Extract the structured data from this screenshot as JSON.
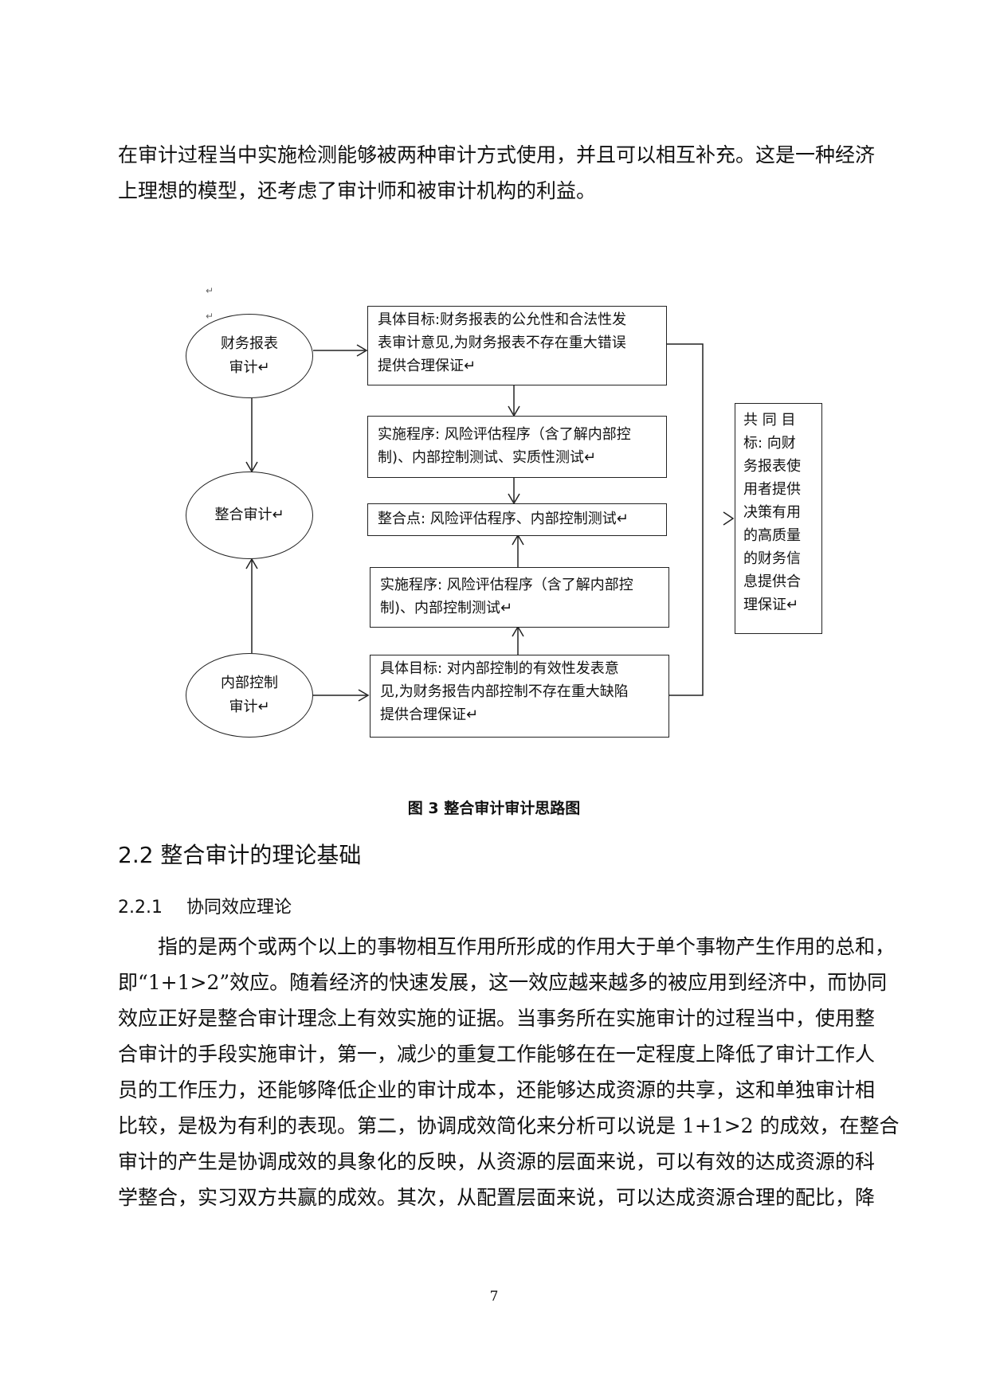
{
  "intro_lines": [
    "在审计过程当中实施检测能够被两种审计方式使用，并且可以相互补充。这是一种经济",
    "上理想的模型，还考虑了审计师和被审计机构的利益。"
  ],
  "figure": {
    "ellipses": {
      "financial": [
        "财务报表",
        "审计↵"
      ],
      "integrated": [
        "整合审计↵"
      ],
      "internal": [
        "内部控制",
        "审计↵"
      ]
    },
    "boxes": {
      "fin_goal": [
        "具体目标:财务报表的公允性和合法性发",
        "表审计意见,为财务报表不存在重大错误",
        "提供合理保证↵"
      ],
      "fin_proc": [
        "实施程序: 风险评估程序（含了解内部控",
        "制)、内部控制测试、实质性测试↵"
      ],
      "integration_point": [
        "整合点: 风险评估程序、内部控制测试↵"
      ],
      "ic_proc": [
        "实施程序: 风险评估程序（含了解内部控",
        "制)、内部控制测试↵"
      ],
      "ic_goal": [
        "具体目标: 对内部控制的有效性发表意",
        "见,为财务报告内部控制不存在重大缺陷",
        "提供合理保证↵"
      ],
      "common_goal": [
        "共 同 目",
        "标: 向财",
        "务报表使",
        "用者提供",
        "决策有用",
        "的高质量",
        "的财务信",
        "息提供合",
        "理保证↵"
      ]
    },
    "marks": [
      "↵",
      "↵"
    ]
  },
  "caption": "图 3 整合审计审计思路图",
  "section_heading": "2.2 整合审计的理论基础",
  "subsection": {
    "number": "2.2.1",
    "title": "协同效应理论"
  },
  "body_lines": [
    "指的是两个或两个以上的事物相互作用所形成的作用大于单个事物产生作用的总和，",
    "即“1+1>2”效应。随着经济的快速发展，这一效应越来越多的被应用到经济中，而协同",
    "效应正好是整合审计理念上有效实施的证据。当事务所在实施审计的过程当中，使用整",
    "合审计的手段实施审计，第一，减少的重复工作能够在在一定程度上降低了审计工作人",
    "员的工作压力，还能够降低企业的审计成本，还能够达成资源的共享，这和单独审计相",
    "比较，是极为有利的表现。第二，协调成效简化来分析可以说是 1+1>2 的成效，在整合",
    "审计的产生是协调成效的具象化的反映，从资源的层面来说，可以有效的达成资源的科",
    "学整合，实习双方共赢的成效。其次，从配置层面来说，可以达成资源合理的配比，降"
  ],
  "page_number": "7"
}
